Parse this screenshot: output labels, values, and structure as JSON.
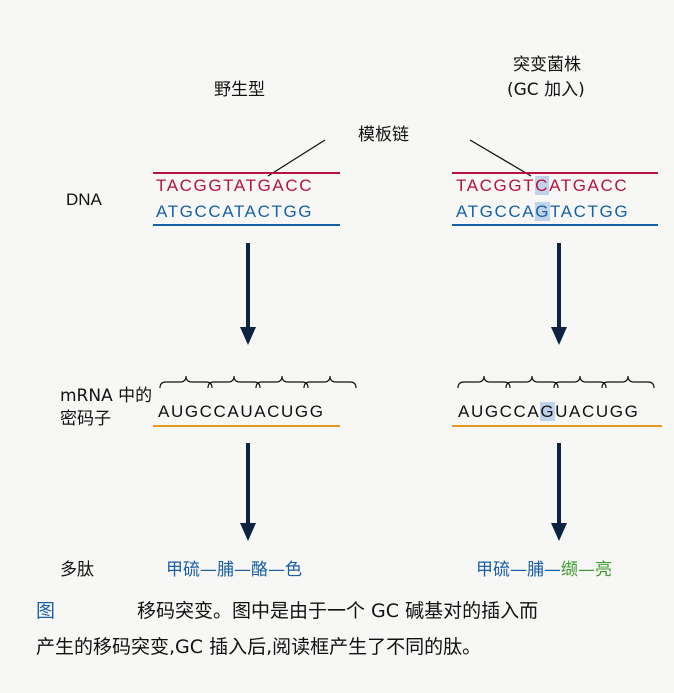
{
  "titles": {
    "wild_type": "野生型",
    "mutant_line1": "突变菌株",
    "mutant_line2": "(GC 加入)",
    "template_strand": "模板链"
  },
  "row_labels": {
    "dna": "DNA",
    "mrna_line1": "mRNA 中的",
    "mrna_line2": "密码子",
    "peptide": "多肽"
  },
  "wild_type": {
    "template": "TACGGTATGACC",
    "coding": "ATGCCATACTGG",
    "mrna": "AUGCCAUACUGG",
    "peptide": [
      "甲硫",
      "脯",
      "酪",
      "色"
    ]
  },
  "mutant": {
    "template_a": "TACGGT",
    "template_ins": "C",
    "template_b": "ATGACC",
    "coding_a": "ATGCCA",
    "coding_ins": "G",
    "coding_b": "TACTGG",
    "mrna_a": "AUGCCA",
    "mrna_ins": "G",
    "mrna_b": "UACUGG",
    "peptide": [
      "甲硫",
      "脯",
      "缬",
      "亮"
    ]
  },
  "peptide_separator": "—",
  "caption": {
    "tag": "图",
    "line1": "移码突变。图中是由于一个 GC 碱基对的插入而",
    "line2": "产生的移码突变,GC 插入后,阅读框产生了不同的肽。"
  },
  "colors": {
    "template_strand": "#b8123e",
    "coding_strand": "#1761a9",
    "mrna_underline": "#e59a1f",
    "arrow": "#0d2340",
    "insertion_highlight": "#9fb7e0",
    "changed_amino_acid": "#3a9a2a"
  }
}
